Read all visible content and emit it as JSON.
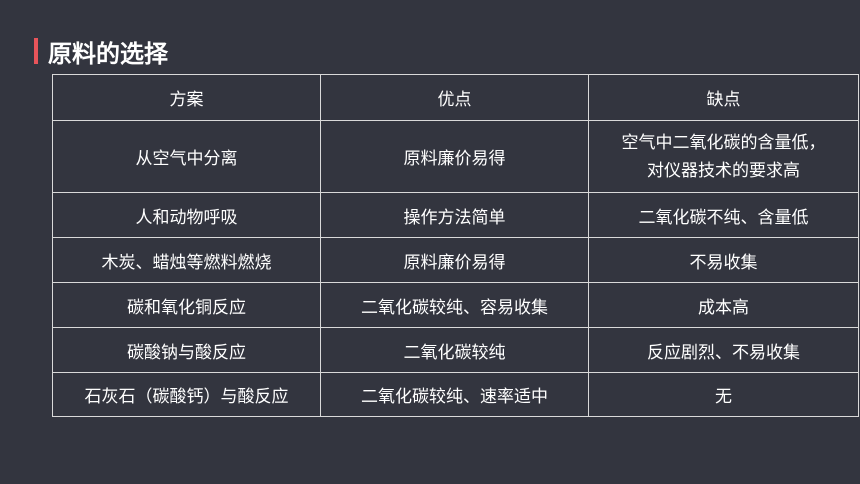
{
  "title": "原料的选择",
  "colors": {
    "background": "#33353f",
    "accent": "#e8545a",
    "border": "#d9d9d9",
    "text": "#ffffff"
  },
  "table": {
    "headers": [
      "方案",
      "优点",
      "缺点"
    ],
    "rows": [
      {
        "plan": "从空气中分离",
        "pros": "原料廉价易得",
        "cons_lines": [
          "空气中二氧化碳的含量低，",
          "对仪器技术的要求高"
        ]
      },
      {
        "plan": "人和动物呼吸",
        "pros": "操作方法简单",
        "cons": "二氧化碳不纯、含量低"
      },
      {
        "plan": "木炭、蜡烛等燃料燃烧",
        "pros": "原料廉价易得",
        "cons": "不易收集"
      },
      {
        "plan": "碳和氧化铜反应",
        "pros": "二氧化碳较纯、容易收集",
        "cons": "成本高"
      },
      {
        "plan": "碳酸钠与酸反应",
        "pros": "二氧化碳较纯",
        "cons": "反应剧烈、不易收集"
      },
      {
        "plan": "石灰石（碳酸钙）与酸反应",
        "pros": "二氧化碳较纯、速率适中",
        "cons": "无"
      }
    ]
  }
}
